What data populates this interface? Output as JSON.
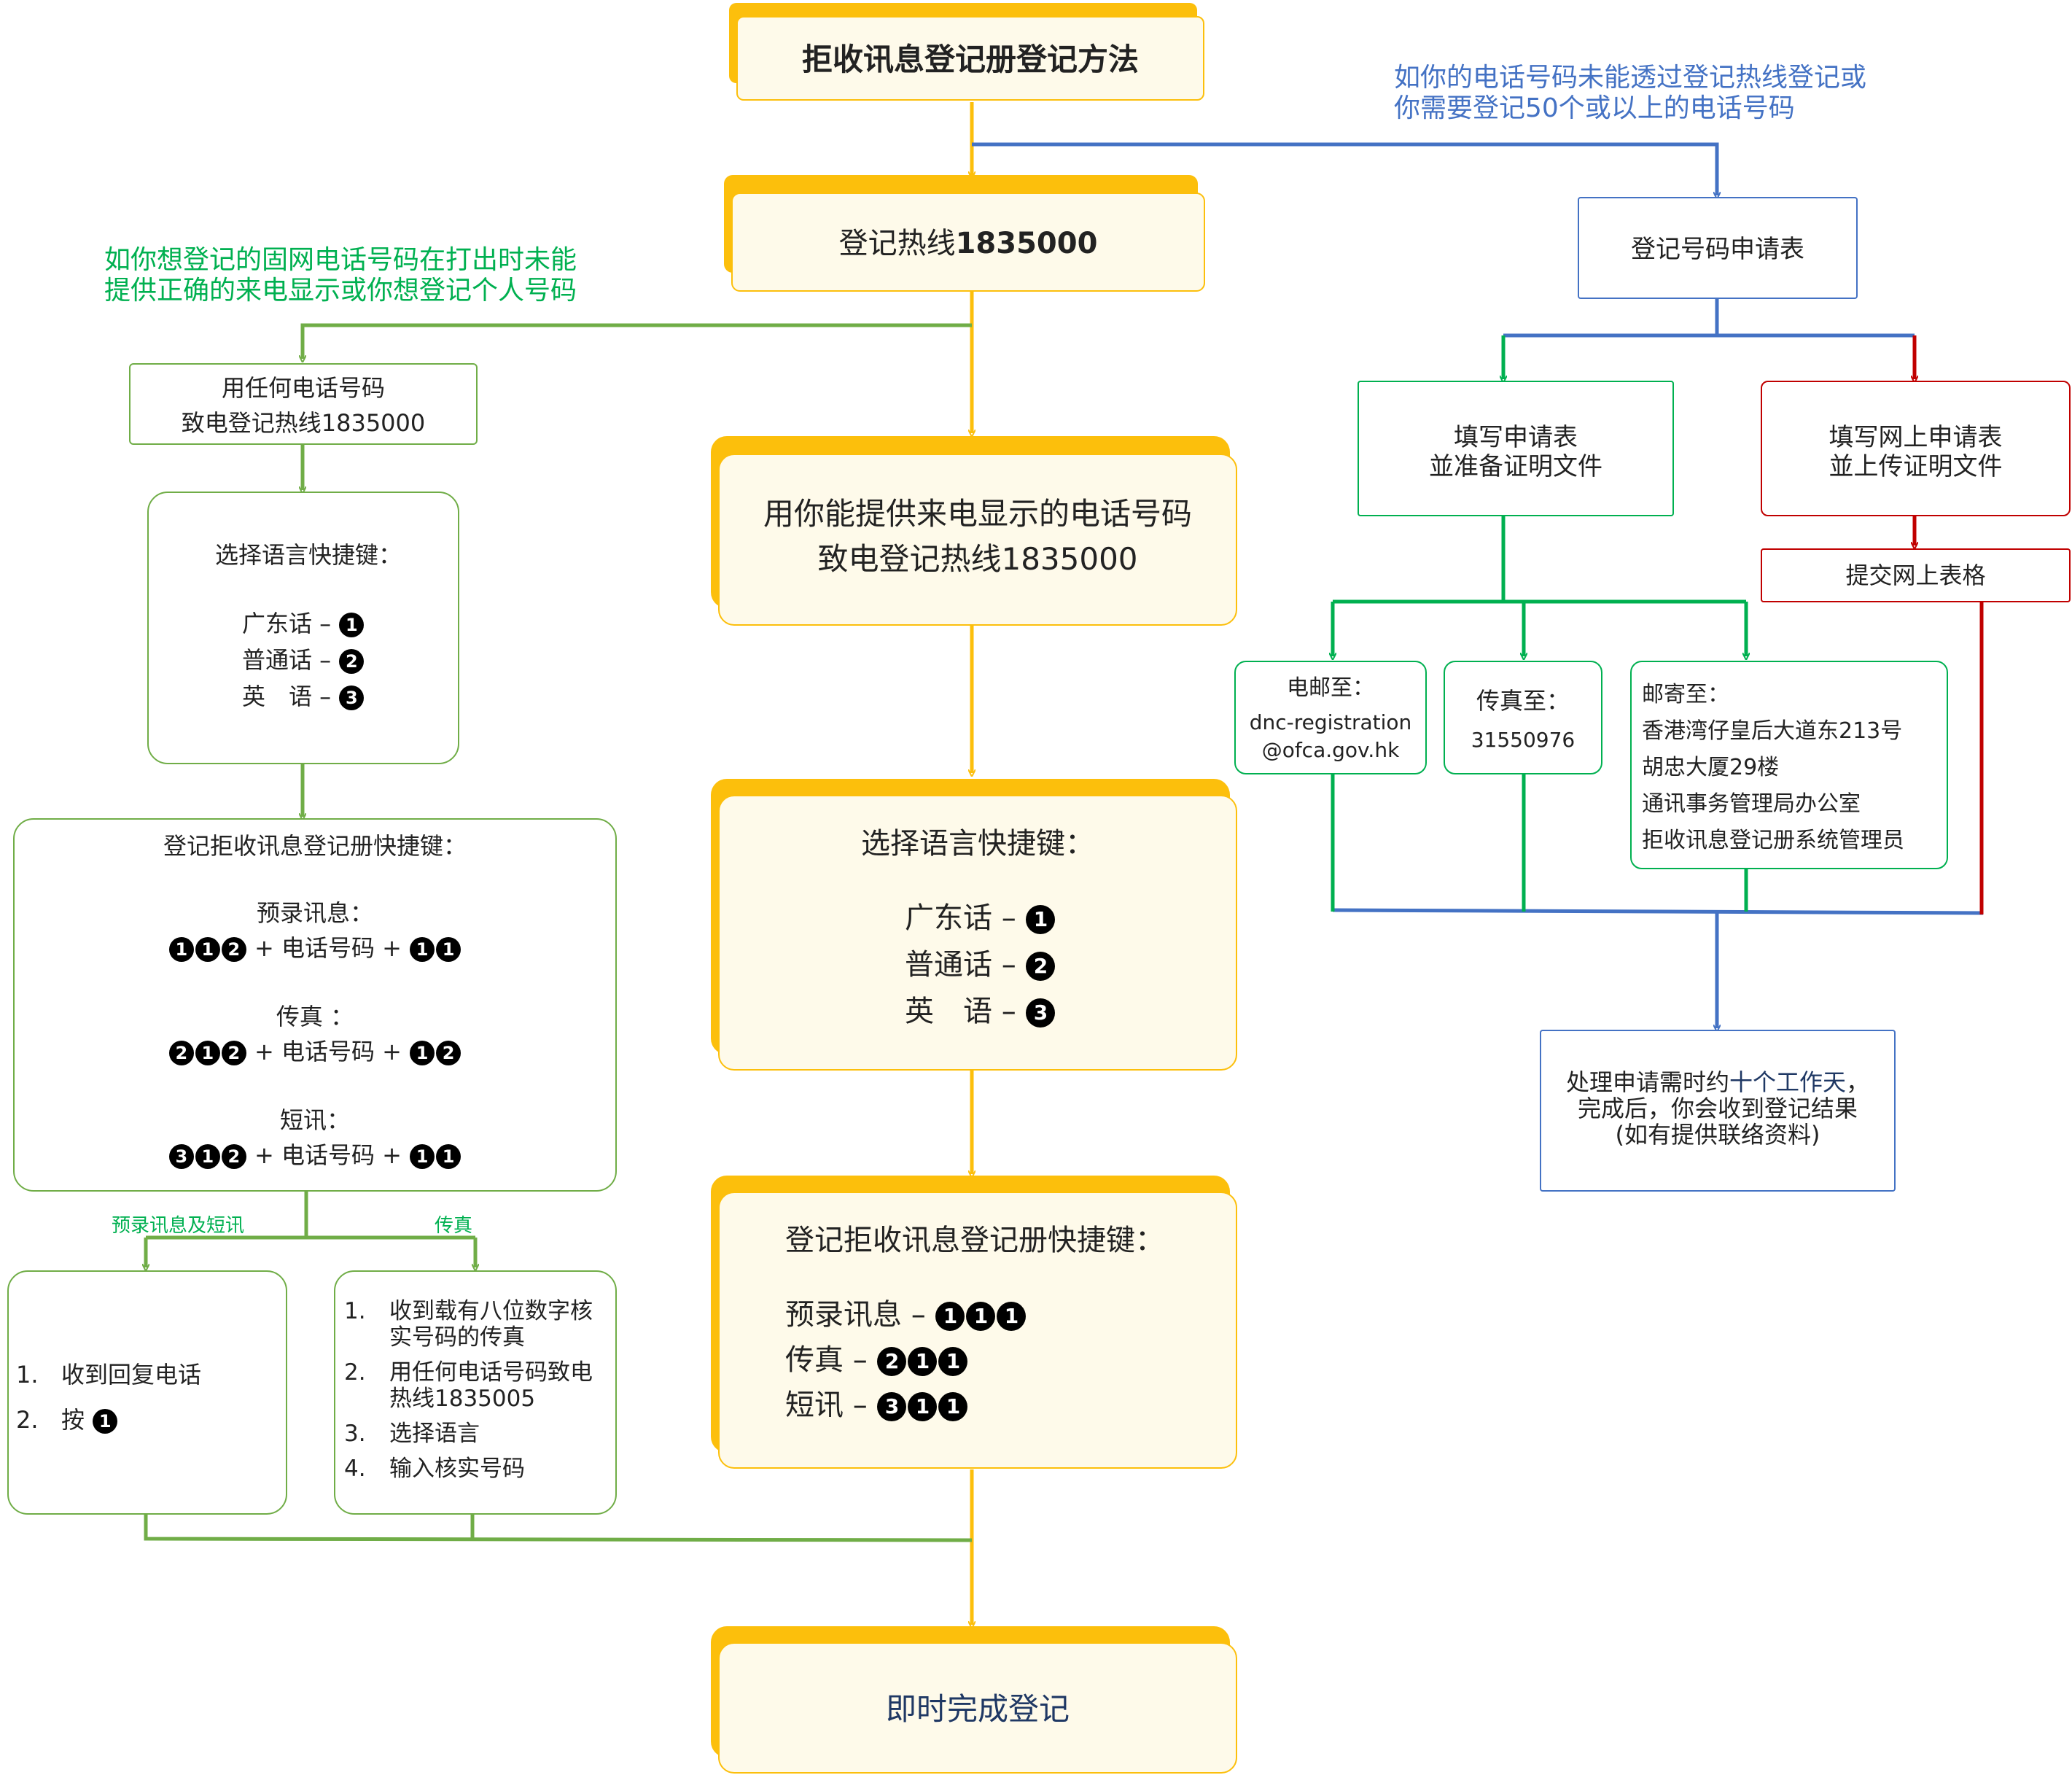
{
  "title": "拒收讯息登记册登记方法",
  "hotline_box": {
    "prefix": "登记热线",
    "number": "1835000"
  },
  "note_right": {
    "line1": "如你的电话号码未能透过登记热线登记或",
    "line2": "你需要登记50个或以上的电话号码"
  },
  "note_left": {
    "line1": "如你想登记的固网电话号码在打出时未能",
    "line2": "提供正确的来电显示或你想登记个人号码"
  },
  "left": {
    "call_box": {
      "line1": "用任何电话号码",
      "line2": "致电登记热线1835000"
    },
    "lang_box": {
      "heading": "选择语言快捷键：",
      "items": [
        {
          "label": "广东话 – ",
          "key": "1"
        },
        {
          "label": "普通话 – ",
          "key": "2"
        },
        {
          "label": "英　语 – ",
          "key": "3"
        }
      ]
    },
    "shortcut_box": {
      "heading": "登记拒收讯息登记册快捷键：",
      "groups": [
        {
          "label": "预录讯息：",
          "prefix_keys": [
            "1",
            "1",
            "2"
          ],
          "middle": " + 电话号码 + ",
          "suffix_keys": [
            "1",
            "1"
          ]
        },
        {
          "label": "传真 ：",
          "prefix_keys": [
            "2",
            "1",
            "2"
          ],
          "middle": " + 电话号码 + ",
          "suffix_keys": [
            "1",
            "2"
          ]
        },
        {
          "label": "短讯：",
          "prefix_keys": [
            "3",
            "1",
            "2"
          ],
          "middle": " + 电话号码 + ",
          "suffix_keys": [
            "1",
            "1"
          ]
        }
      ]
    },
    "branch_label_left": "预录讯息及短讯",
    "branch_label_right": "传真",
    "reply_box": {
      "items": [
        {
          "num": "1.",
          "text": "收到回复电话"
        },
        {
          "num": "2.",
          "text": "按 ",
          "key": "1"
        }
      ]
    },
    "fax_box": {
      "items": [
        {
          "num": "1.",
          "text": "收到载有八位数字核实号码的传真"
        },
        {
          "num": "2.",
          "text": "用任何电话号码致电热线1835005"
        },
        {
          "num": "3.",
          "text": "选择语言"
        },
        {
          "num": "4.",
          "text": "输入核实号码"
        }
      ]
    }
  },
  "center": {
    "callerid_box": {
      "line1": "用你能提供来电显示的电话号码",
      "line2": "致电登记热线1835000"
    },
    "lang_box": {
      "heading": "选择语言快捷键：",
      "items": [
        {
          "label": "广东话 – ",
          "key": "1"
        },
        {
          "label": "普通话 – ",
          "key": "2"
        },
        {
          "label": "英　语 – ",
          "key": "3"
        }
      ]
    },
    "shortcut_box": {
      "heading": "登记拒收讯息登记册快捷键：",
      "items": [
        {
          "label": "预录讯息 – ",
          "keys": [
            "1",
            "1",
            "1"
          ]
        },
        {
          "label": "传真 – ",
          "keys": [
            "2",
            "1",
            "1"
          ]
        },
        {
          "label": "短讯 – ",
          "keys": [
            "3",
            "1",
            "1"
          ]
        }
      ]
    },
    "done_box": "即时完成登记"
  },
  "right": {
    "form_box": "登记号码申请表",
    "paper_box": {
      "line1": "填写申请表",
      "line2": "並准备证明文件"
    },
    "online_box": {
      "line1": "填写网上申请表",
      "line2": "並上传证明文件"
    },
    "submit_box": "提交网上表格",
    "email_box": {
      "label": "电邮至：",
      "line1": "dnc-registration",
      "line2": "@ofca.gov.hk"
    },
    "fax_box": {
      "label": "传真至：",
      "number": "31550976"
    },
    "mail_box": {
      "label": "邮寄至：",
      "lines": [
        "香港湾仔皇后大道东213号",
        "胡忠大厦29楼",
        "通讯事务管理局办公室",
        "拒收讯息登记册系统管理员"
      ]
    },
    "process_box": {
      "line1a": "处理申请需时约",
      "line1b": "十个工作天",
      "line1c": "，",
      "line2": "完成后，你会收到登记结果",
      "line3": "(如有提供联络资料)"
    }
  },
  "colors": {
    "yellow": "#fcbf0c",
    "green": "#70ad47",
    "bright_green": "#00b050",
    "blue": "#4472c4",
    "red": "#c00000"
  }
}
